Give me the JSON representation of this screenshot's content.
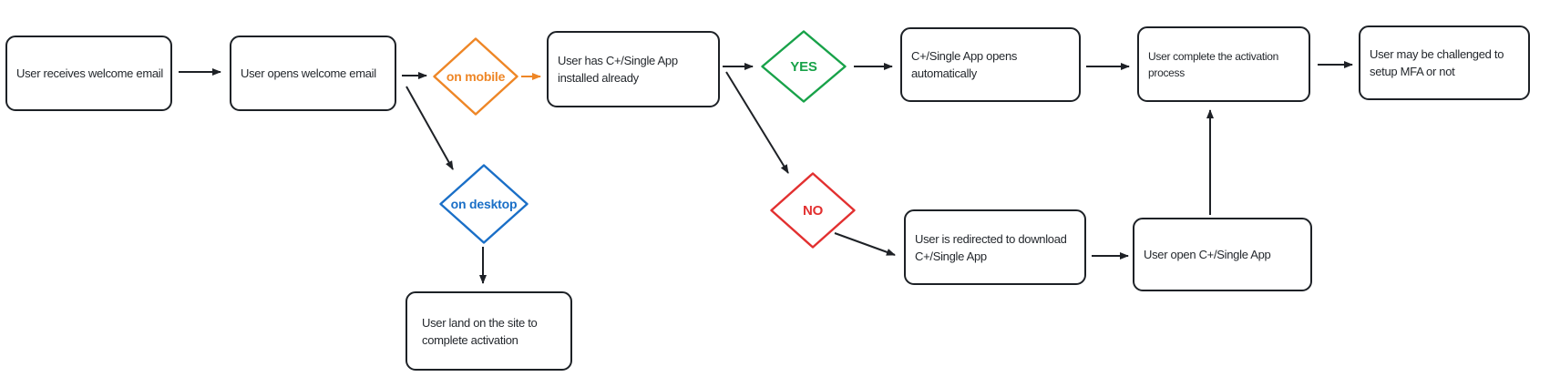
{
  "flowchart": {
    "colors": {
      "line": "#1e2126",
      "box_border": "#1d2126",
      "text": "#24282d",
      "background": "#ffffff",
      "orange": "#ee8626",
      "blue": "#1a6fc7",
      "green": "#18a249",
      "red": "#e23030"
    },
    "boxes": {
      "receives_email": {
        "lines": [
          "User receives welcome email"
        ]
      },
      "opens_email": {
        "lines": [
          "User opens welcome email"
        ]
      },
      "has_app_installed": {
        "lines": [
          "User has C+/Single App",
          "installed already"
        ]
      },
      "app_opens_auto": {
        "lines": [
          "C+/Single App opens",
          "automatically"
        ]
      },
      "complete_activation": {
        "lines": [
          "User complete the activation",
          "process"
        ]
      },
      "mfa_challenge": {
        "lines": [
          "User may be challenged to",
          "setup MFA or not"
        ]
      },
      "redirect_download": {
        "lines": [
          "User is redirected to download",
          "C+/Single App"
        ]
      },
      "land_on_site": {
        "lines": [
          "User land on the site to",
          "complete activation"
        ]
      },
      "open_app": {
        "lines": [
          "User open C+/Single App"
        ]
      }
    },
    "decisions": {
      "on_mobile": {
        "label": "on mobile",
        "color": "#ee8626"
      },
      "on_desktop": {
        "label": "on desktop",
        "color": "#1a6fc7"
      },
      "yes": {
        "label": "YES",
        "color": "#18a249"
      },
      "no": {
        "label": "NO",
        "color": "#e23030"
      }
    },
    "edges": [
      {
        "from": "receives_email",
        "to": "opens_email"
      },
      {
        "from": "opens_email",
        "to": "on_mobile"
      },
      {
        "from": "opens_email",
        "to": "on_desktop"
      },
      {
        "from": "on_mobile",
        "to": "has_app_installed",
        "color": "orange"
      },
      {
        "from": "on_desktop",
        "to": "land_on_site"
      },
      {
        "from": "has_app_installed",
        "to": "yes"
      },
      {
        "from": "has_app_installed",
        "to": "no"
      },
      {
        "from": "yes",
        "to": "app_opens_auto"
      },
      {
        "from": "no",
        "to": "redirect_download"
      },
      {
        "from": "app_opens_auto",
        "to": "complete_activation"
      },
      {
        "from": "redirect_download",
        "to": "open_app"
      },
      {
        "from": "open_app",
        "to": "complete_activation"
      },
      {
        "from": "complete_activation",
        "to": "mfa_challenge"
      }
    ]
  }
}
